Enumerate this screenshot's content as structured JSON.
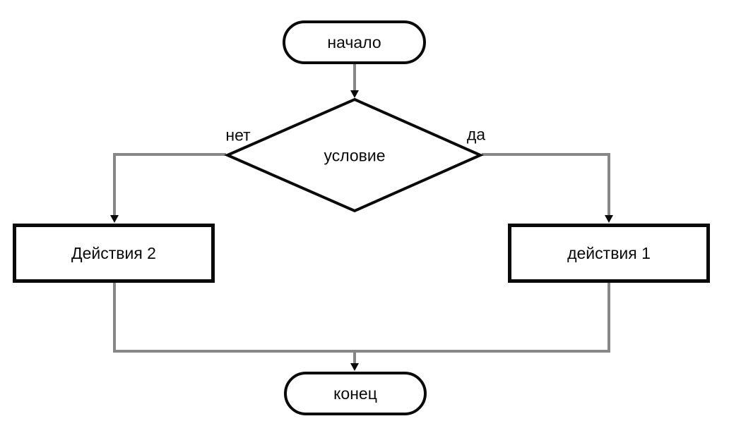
{
  "diagram": {
    "type": "flowchart",
    "language": "ru",
    "nodes": [
      {
        "id": "start",
        "shape": "stadium",
        "label": "начало"
      },
      {
        "id": "condition",
        "shape": "diamond",
        "label": "условие"
      },
      {
        "id": "actions2",
        "shape": "process",
        "label": "Действия 2"
      },
      {
        "id": "actions1",
        "shape": "process",
        "label": "действия 1"
      },
      {
        "id": "end",
        "shape": "stadium",
        "label": "конец"
      }
    ],
    "edges": [
      {
        "from": "start",
        "to": "condition",
        "label": ""
      },
      {
        "from": "condition",
        "to": "actions2",
        "label": "нет"
      },
      {
        "from": "condition",
        "to": "actions1",
        "label": "да"
      },
      {
        "from": "actions2",
        "to": "end",
        "label": ""
      },
      {
        "from": "actions1",
        "to": "end",
        "label": ""
      }
    ],
    "colors": {
      "background": "#ffffff",
      "shape_fill": "#ffffff",
      "shape_border": "#0a0a0a",
      "connector": "#878787",
      "text": "#0a0a0a"
    }
  }
}
